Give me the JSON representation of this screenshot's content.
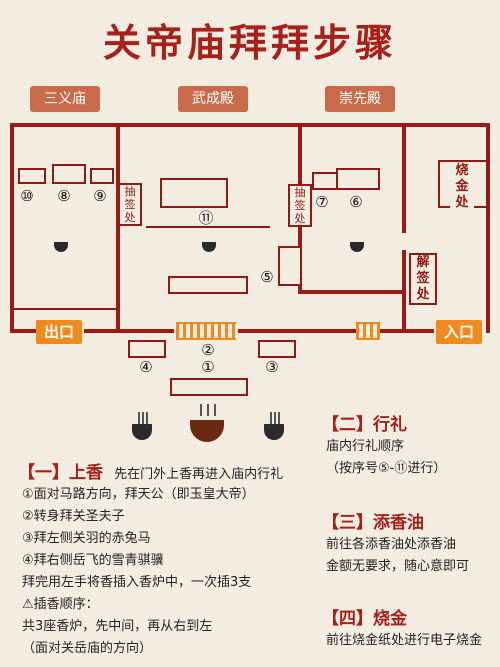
{
  "title": "关帝庙拜拜步骤",
  "halls": {
    "sanyi": "三义庙",
    "wucheng": "武成殿",
    "chongxian": "崇先殿"
  },
  "colors": {
    "wall": "#9a1b16",
    "accent": "#f08a1c",
    "title": "#a8201a",
    "tag": "#c96a4a"
  },
  "map": {
    "n1": "①",
    "n2": "②",
    "n3": "③",
    "n4": "④",
    "n5": "⑤",
    "n6": "⑥",
    "n7": "⑦",
    "n8": "⑧",
    "n9": "⑨",
    "n10": "⑩",
    "n11": "⑪",
    "chou_qian_1": "抽签处",
    "chou_qian_2": "抽签处",
    "shao_jin": "烧金处",
    "jie_qian": "解签处",
    "exit": "出口",
    "entrance": "入口"
  },
  "section1": {
    "header": "【一】上香",
    "intro": "先在门外上香再进入庙内行礼",
    "lines": [
      "①面对马路方向，拜天公（即玉皇大帝）",
      "②转身拜关圣夫子",
      "③拜左侧关羽的赤兔马",
      "④拜右侧岳飞的雪青骐骥",
      "拜完用左手将香插入香炉中，一次插3支",
      "⚠插香顺序：",
      "共3座香炉，先中间，再从右到左",
      "（面对关岳庙的方向）"
    ]
  },
  "section2": {
    "header": "【二】行礼",
    "lines": [
      "庙内行礼顺序",
      "（按序号⑤-⑪进行）"
    ]
  },
  "section3": {
    "header": "【三】添香油",
    "lines": [
      "前往各添香油处添香油",
      "金额无要求，随心意即可"
    ]
  },
  "section4": {
    "header": "【四】烧金",
    "lines": [
      "前往烧金纸处进行电子烧金"
    ]
  }
}
